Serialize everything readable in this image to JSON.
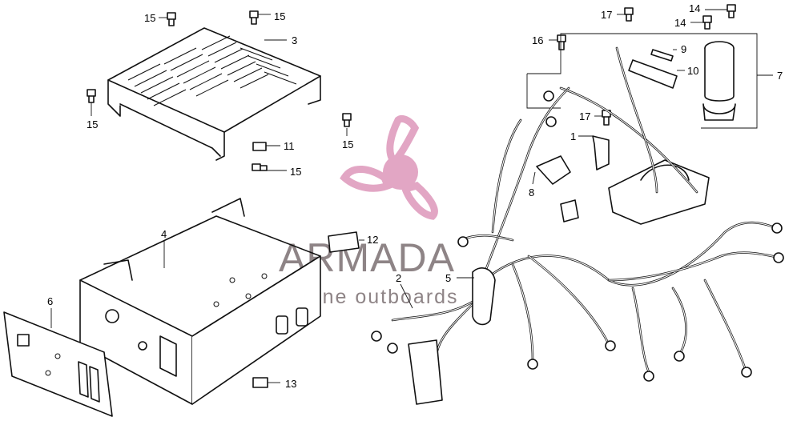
{
  "watermark": {
    "title": "ARMADA",
    "subtitle": "marine outboards",
    "logo_color": "#e2a6c4",
    "text_color": "#7b6f72"
  },
  "callouts": [
    {
      "id": "c15a",
      "label": "15"
    },
    {
      "id": "c15b",
      "label": "15"
    },
    {
      "id": "c3",
      "label": "3"
    },
    {
      "id": "c15c",
      "label": "15"
    },
    {
      "id": "c15d",
      "label": "15"
    },
    {
      "id": "c11",
      "label": "11"
    },
    {
      "id": "c15e",
      "label": "15"
    },
    {
      "id": "c4",
      "label": "4"
    },
    {
      "id": "c12",
      "label": "12"
    },
    {
      "id": "c6",
      "label": "6"
    },
    {
      "id": "c13",
      "label": "13"
    },
    {
      "id": "c2",
      "label": "2"
    },
    {
      "id": "c5",
      "label": "5"
    },
    {
      "id": "c17a",
      "label": "17"
    },
    {
      "id": "c14a",
      "label": "14"
    },
    {
      "id": "c14b",
      "label": "14"
    },
    {
      "id": "c16",
      "label": "16"
    },
    {
      "id": "c9",
      "label": "9"
    },
    {
      "id": "c10",
      "label": "10"
    },
    {
      "id": "c7",
      "label": "7"
    },
    {
      "id": "c17b",
      "label": "17"
    },
    {
      "id": "c1",
      "label": "1"
    },
    {
      "id": "c8",
      "label": "8"
    }
  ]
}
